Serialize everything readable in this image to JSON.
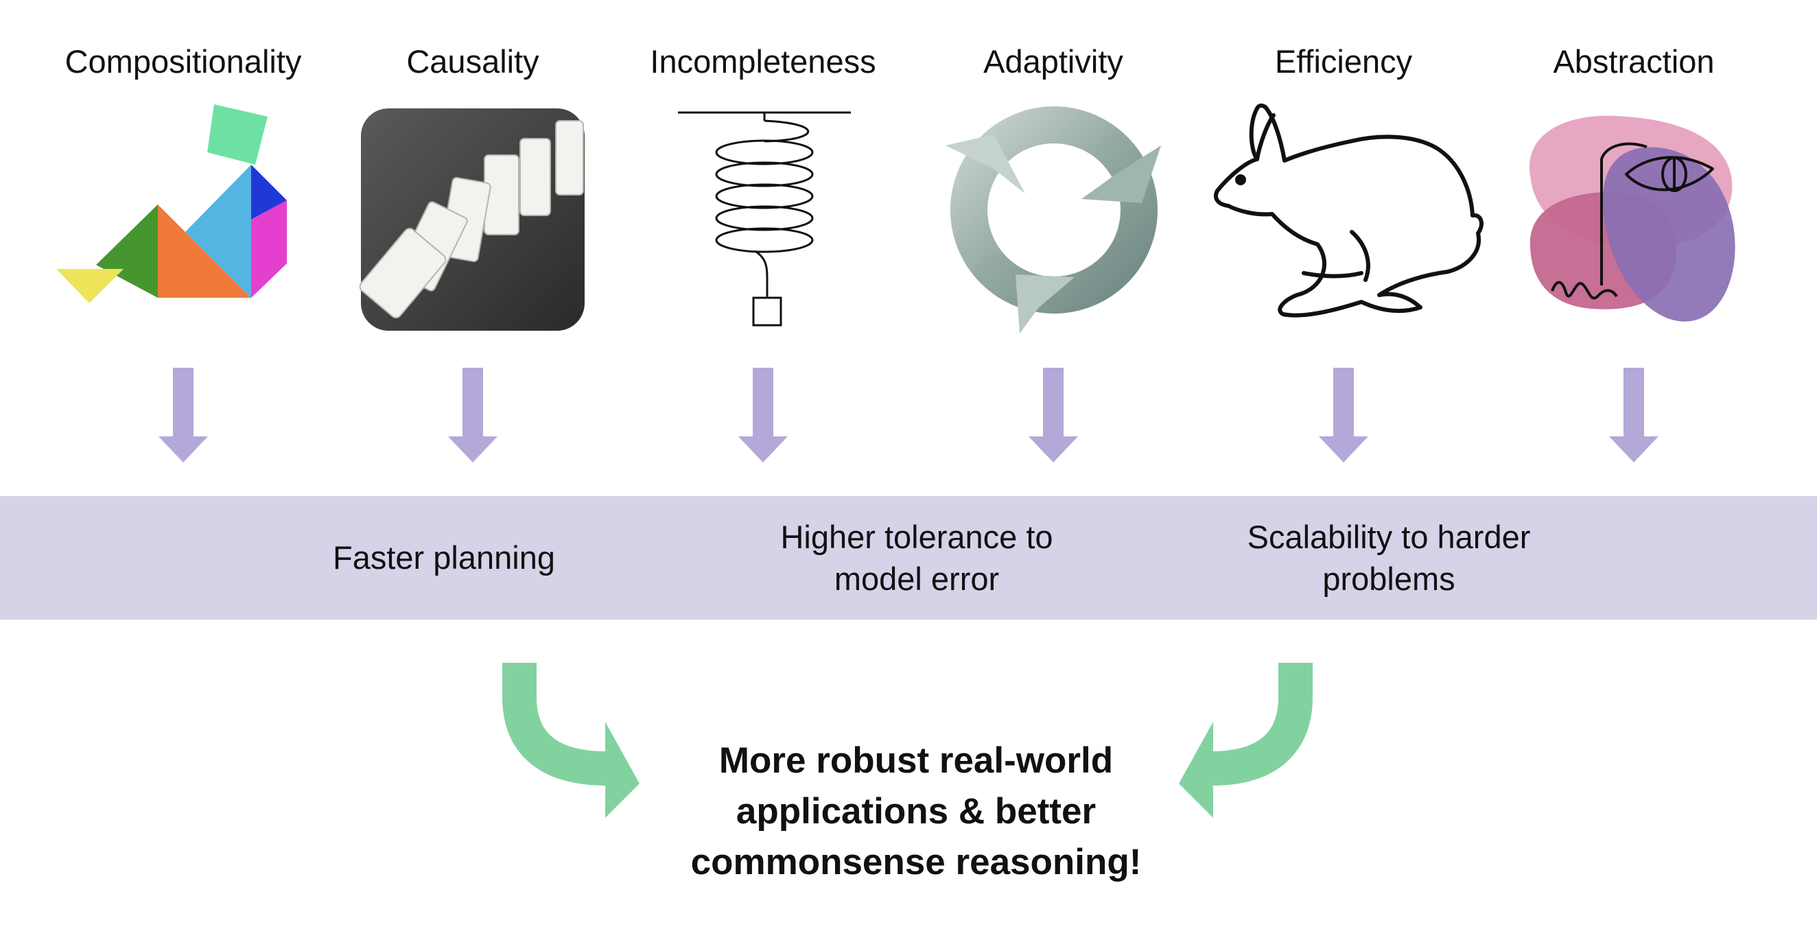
{
  "concepts": [
    {
      "label": "Compositionality",
      "icon": "tangram-icon"
    },
    {
      "label": "Causality",
      "icon": "dominoes-icon"
    },
    {
      "label": "Incompleteness",
      "icon": "spring-icon"
    },
    {
      "label": "Adaptivity",
      "icon": "cycle-icon"
    },
    {
      "label": "Efficiency",
      "icon": "rabbit-icon"
    },
    {
      "label": "Abstraction",
      "icon": "abstract-face-icon"
    }
  ],
  "benefits": [
    {
      "lines": [
        "Faster planning"
      ]
    },
    {
      "lines": [
        "Higher tolerance to",
        "model error"
      ]
    },
    {
      "lines": [
        "Scalability to harder",
        "problems"
      ]
    }
  ],
  "outcome": {
    "lines": [
      "More robust real-world",
      "applications & better",
      "commonsense reasoning!"
    ]
  },
  "colors": {
    "down_arrow": "#b3a8d8",
    "band": "#d6d2e8",
    "curved_arrow": "#82d2a0",
    "text": "#111111"
  }
}
